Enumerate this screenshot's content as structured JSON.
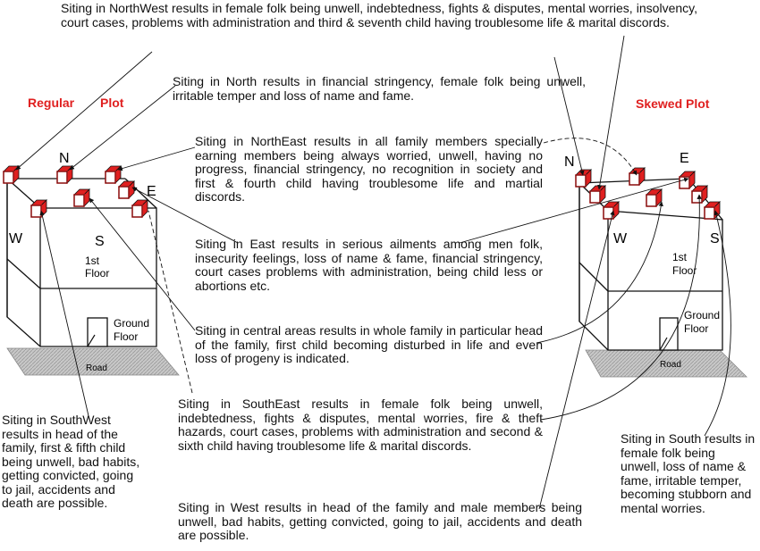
{
  "diagram": {
    "regular_label_a": "Regular",
    "regular_label_b": "Plot",
    "skewed_label": "Skewed Plot",
    "directions": {
      "n": "N",
      "e": "E",
      "w": "W",
      "s": "S"
    },
    "floors": {
      "first": "1st Floor",
      "first_a": "1st",
      "first_b": "Floor",
      "ground_a": "Ground",
      "ground_b": "Floor"
    },
    "road": "Road",
    "accent_color": "#e02020",
    "ground_color": "#bdbdbd"
  },
  "notes": {
    "northwest": "Siting in NorthWest results in female folk being unwell, indebtedness, fights & disputes, mental worries, insolvency, court cases, problems with administration and third & seventh child having troublesome life & marital discords.",
    "north": "Siting in North results in financial stringency, female folk being unwell, irritable temper and loss of name and fame.",
    "northeast": "Siting in NorthEast results in all family members specially earning members being always worried, unwell, having no progress, financial stringency, no recognition in society and first & fourth child having troublesome life and martial discords.",
    "east": "Siting in East results in serious ailments among men folk, insecurity feelings, loss of name & fame, financial stringency, court cases problems with administration, being child less or abortions etc.",
    "central": "Siting in central areas results in whole family in particular head of the family, first child becoming disturbed in life and even loss of progeny is indicated.",
    "southeast": "Siting in SouthEast results in female folk being unwell, indebtedness, fights & disputes, mental worries, fire & theft hazards, court cases, problems with administration and second & sixth child having troublesome life & marital discords.",
    "southwest": "Siting in SouthWest results in head of the family, first & fifth child being unwell, bad habits, getting convicted, going to jail, accidents and death are possible.",
    "west": "Siting in West results in head of the family and male members being unwell, bad habits, getting convicted, going to jail, accidents and death are possible.",
    "south": "Siting in South results in female folk being unwell, loss of name & fame, irritable temper, becoming stubborn and mental worries."
  }
}
